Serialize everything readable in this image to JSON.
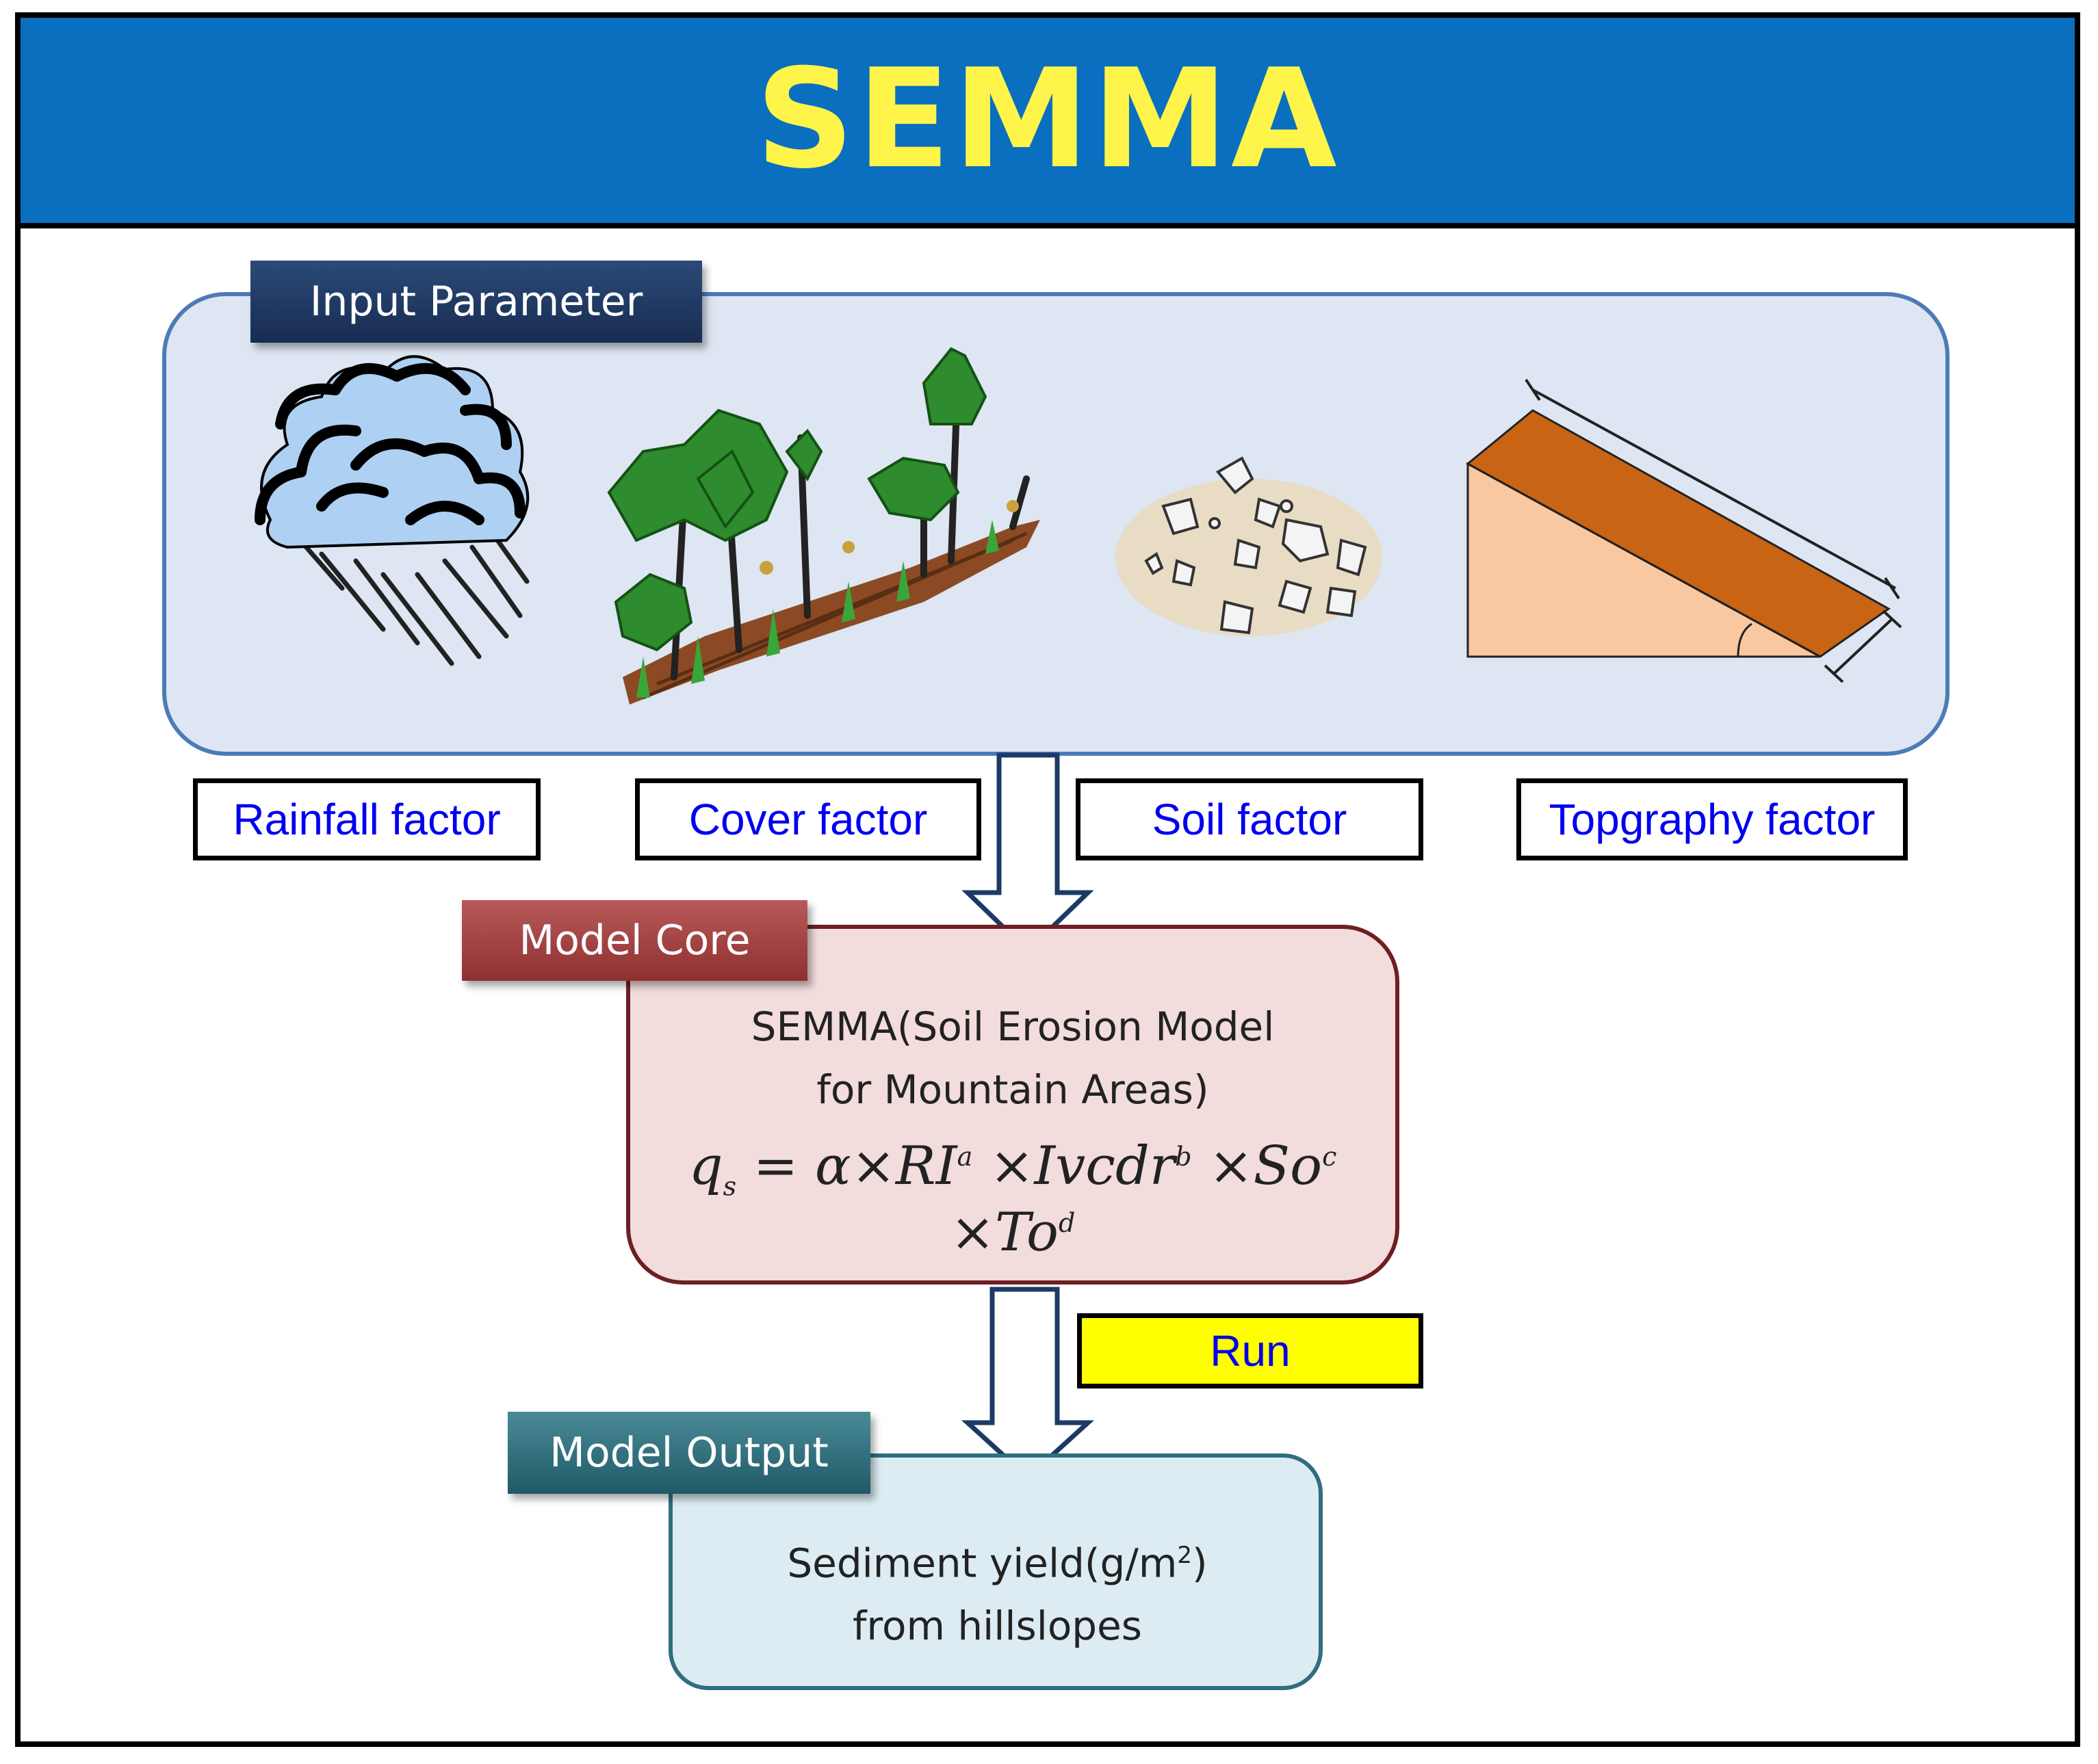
{
  "banner": {
    "title": "SEMMA"
  },
  "input_section": {
    "tab_label": "Input Parameter",
    "factors": [
      {
        "label": "Rainfall factor",
        "icon": "rain-cloud-icon"
      },
      {
        "label": "Cover factor",
        "icon": "vegetation-icon"
      },
      {
        "label": "Soil factor",
        "icon": "soil-particles-icon"
      },
      {
        "label": "Topgraphy factor",
        "icon": "slope-icon"
      }
    ]
  },
  "model_core": {
    "tab_label": "Model Core",
    "line1": "SEMMA(Soil Erosion Model",
    "line2": "for Mountain Areas)",
    "formula": {
      "lhs": "q",
      "lhs_sub": "s",
      "eq": " = α×RI",
      "sup_a": "a",
      "t2": " ×Ivcdr",
      "sup_b": "b",
      "t3": " ×So",
      "sup_c": "c",
      "t4": " ×To",
      "sup_d": "d"
    }
  },
  "run": {
    "label": "Run"
  },
  "model_output": {
    "tab_label": "Model Output",
    "line1_pre": "Sediment yield(g/m",
    "line1_sup": "2",
    "line1_post": ")",
    "line2": "from hillslopes"
  },
  "colors": {
    "banner": "#0a6fbf",
    "title": "#fff54a",
    "input_panel": "#dde6f2",
    "core_panel": "#f2dcdc",
    "output_panel": "#dcecf2",
    "link_text": "#0000ee",
    "run_fill": "#ffff00"
  }
}
